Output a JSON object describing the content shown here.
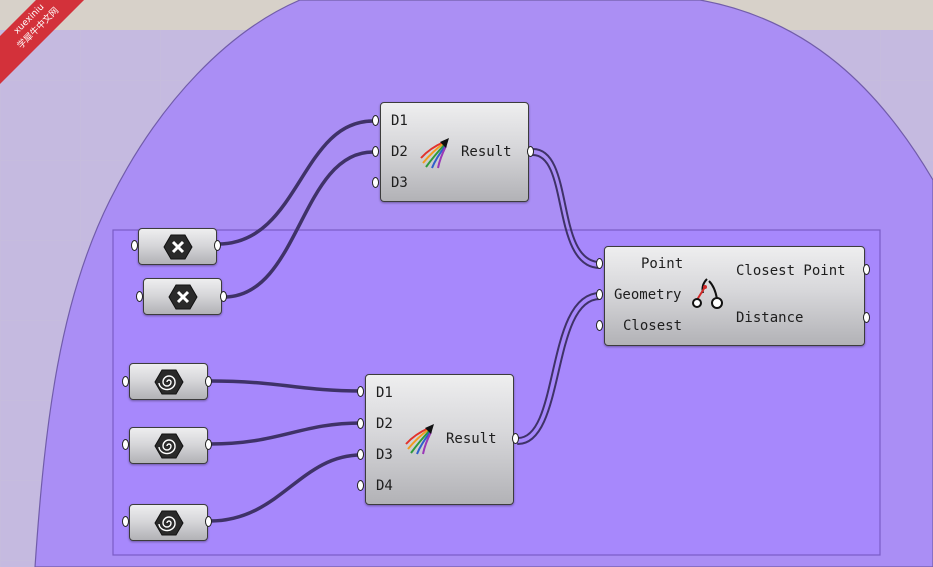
{
  "watermark": {
    "line1": "xuexiniu",
    "line2": "学犀牛中文网"
  },
  "merge_top": {
    "inputs": [
      "D1",
      "D2",
      "D3"
    ],
    "output": "Result"
  },
  "merge_bottom": {
    "inputs": [
      "D1",
      "D2",
      "D3",
      "D4"
    ],
    "output": "Result"
  },
  "closest_point": {
    "inputs": [
      "Point",
      "Geometry",
      "Closest"
    ],
    "outputs": [
      "Closest Point",
      "Distance"
    ]
  },
  "params": {
    "point_param_icon": "cross-hexagon-icon",
    "geometry_param_icon": "spiral-hexagon-icon"
  },
  "colors": {
    "canvas_purple": "#a98cf7",
    "group_purple": "#a685fa",
    "wire": "#3f3268"
  }
}
